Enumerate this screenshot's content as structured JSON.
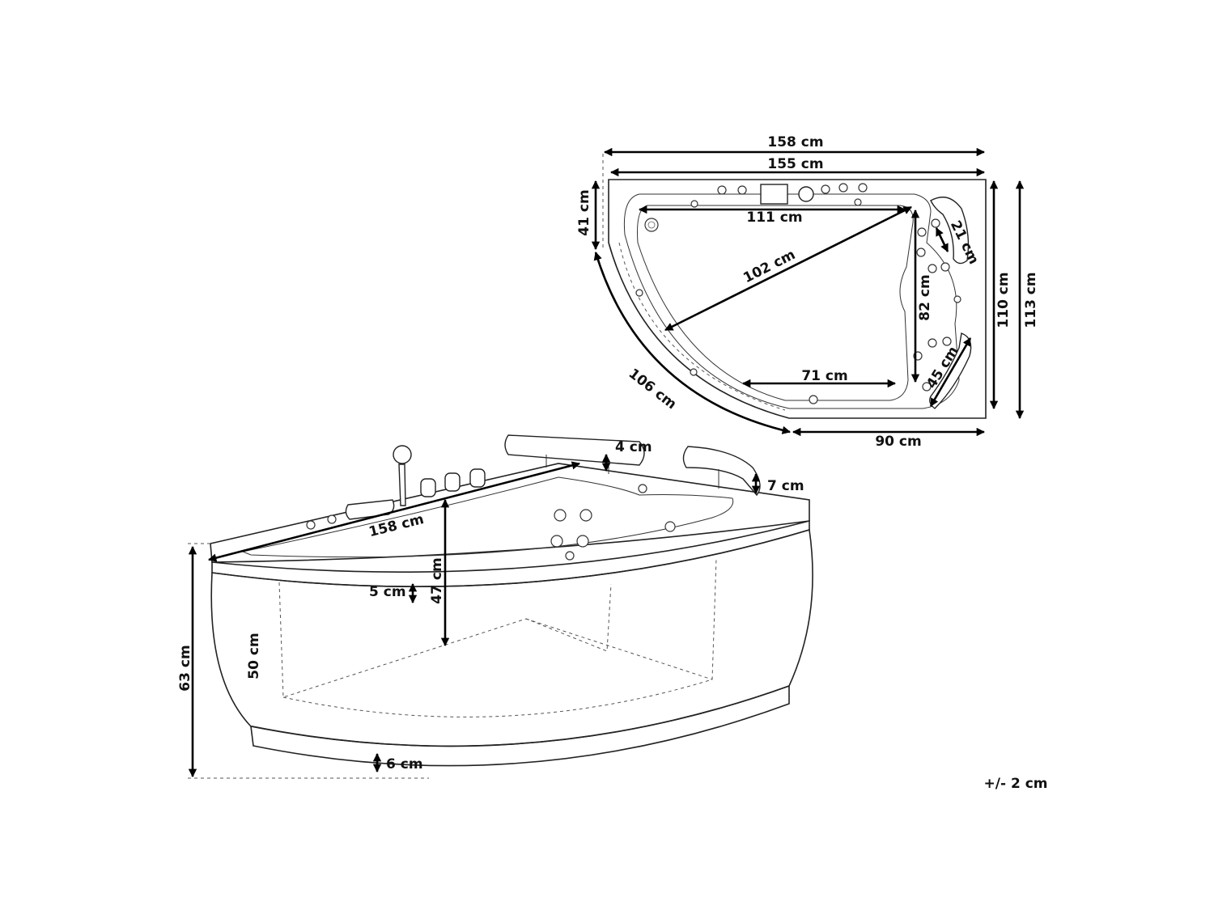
{
  "top_view": {
    "overall_width": "158 cm",
    "rim_width": "155 cm",
    "side_depth": "41 cm",
    "inner_length": "111 cm",
    "diagonal": "102 cm",
    "headrest_length": "21 cm",
    "inner_width": "82 cm",
    "inner_depth": "110 cm",
    "overall_depth": "113 cm",
    "bottom_length": "71 cm",
    "armrest_length": "45 cm",
    "curve_length": "106 cm",
    "straight_edge": "90 cm"
  },
  "side_view": {
    "headrest_height": "4 cm",
    "pillow_height": "7 cm",
    "length": "158 cm",
    "rim_thickness": "5 cm",
    "interior_depth": "47 cm",
    "total_height": "63 cm",
    "panel_height": "50 cm",
    "base_height": "6 cm"
  },
  "tolerance": "+/- 2 cm"
}
